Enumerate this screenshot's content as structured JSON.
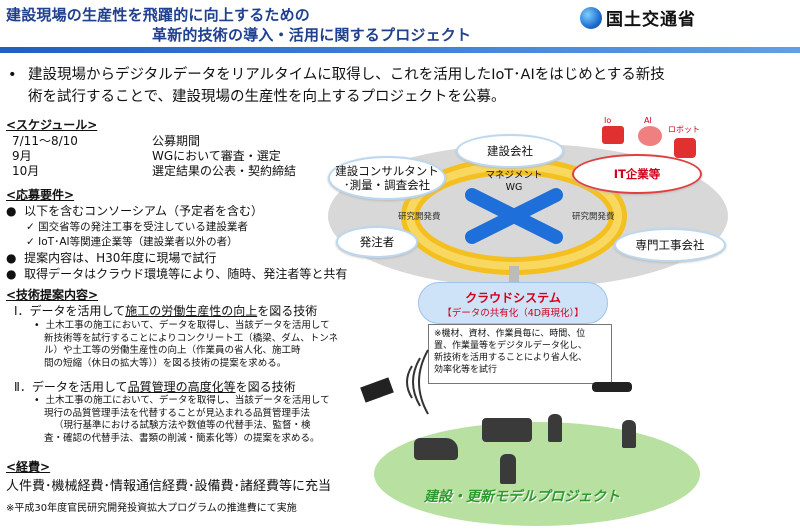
{
  "header": {
    "title_line1": "建設現場の生産性を飛躍的に向上するための",
    "title_line2": "革新的技術の導入・活用に関するプロジェクト",
    "ministry": "国土交通省"
  },
  "intro": {
    "bullet": "•",
    "line1": "建設現場からデジタルデータをリアルタイムに取得し、これを活用したIoT･AIをはじめとする新技",
    "line2": "術を試行することで、建設現場の生産性を向上するプロジェクトを公募。"
  },
  "schedule": {
    "heading": "<スケジュール>",
    "rows": [
      {
        "date": "7/11～8/10",
        "desc": "公募期間"
      },
      {
        "date": "9月",
        "desc": "WGにおいて審査・選定"
      },
      {
        "date": "10月",
        "desc": "選定結果の公表・契約締結"
      }
    ]
  },
  "requirements": {
    "heading": "<応募要件>",
    "item1": "以下を含むコンソーシアム（予定者を含む）",
    "check1": "国交省等の発注工事を受注している建設業者",
    "check2": "IoT･AI等関連企業等（建設業者以外の者）",
    "item2": "提案内容は、H30年度に現場で試行",
    "item3": "取得データはクラウド環境等により、随時、発注者等と共有"
  },
  "proposal": {
    "heading": "<技術提案内容>",
    "p1_prefix": "Ⅰ．データを活用して",
    "p1_underlined": "施工の労働生産性の向上",
    "p1_suffix": "を図る技術",
    "p1_detail": [
      "土木工事の施工において、データを取得し、当該データを活用して",
      "新技術等を試行することによりコンクリート工（橋梁、ダム、トンネ",
      "ル）や土工等の労働生産性の向上（作業員の省人化、施工時",
      "間の短縮（休日の拡大等））を図る技術の提案を求める。"
    ],
    "p2_prefix": "Ⅱ．データを活用して",
    "p2_underlined": "品質管理の高度化等",
    "p2_suffix": "を図る技術",
    "p2_detail": [
      "土木工事の施工において、データを取得し、当該データを活用して",
      "現行の品質管理手法を代替することが見込まれる品質管理手法",
      "（現行基準における試験方法や数値等の代替手法、監督・検",
      "査・確認の代替手法、書類の削減・簡素化等）の提案を求める。"
    ]
  },
  "expenses": {
    "heading": "<経費>",
    "text": "人件費･機械経費･情報通信経費･設備費･諸経費等に充当",
    "note": "※平成30年度官民研究開発投資拡大プログラムの推進費にて実施"
  },
  "diagram": {
    "node_top": "建設会社",
    "node_left_top_1": "建設コンサルタント",
    "node_left_top_2": "･測量・調査会社",
    "node_right_top": "IT企業等",
    "node_left": "発注者",
    "node_right": "専門工事会社",
    "center_1": "マネジメント",
    "center_2": "WG",
    "rd_left": "研究開発費",
    "rd_right": "研究開発費",
    "icon_io": "Io",
    "icon_ai": "AI",
    "icon_robot": "ロボット",
    "cloud_title": "クラウドシステム",
    "cloud_sub": "【データの共有化（4D再現化）】",
    "note_lines": [
      "※機材、資材、作業員毎に、時間、位",
      "置、作業量等をデジタルデータ化し、",
      "新技術を活用することにより省人化、",
      "効率化等を試行"
    ],
    "ground_label": "建設・更新モデルプロジェクト"
  },
  "colors": {
    "title": "#1f3f8f",
    "accent_red": "#d0001a",
    "cross_blue": "#1e6fd9",
    "ring_yellow": "#f4b400",
    "ground_green": "#b8e0a0"
  }
}
